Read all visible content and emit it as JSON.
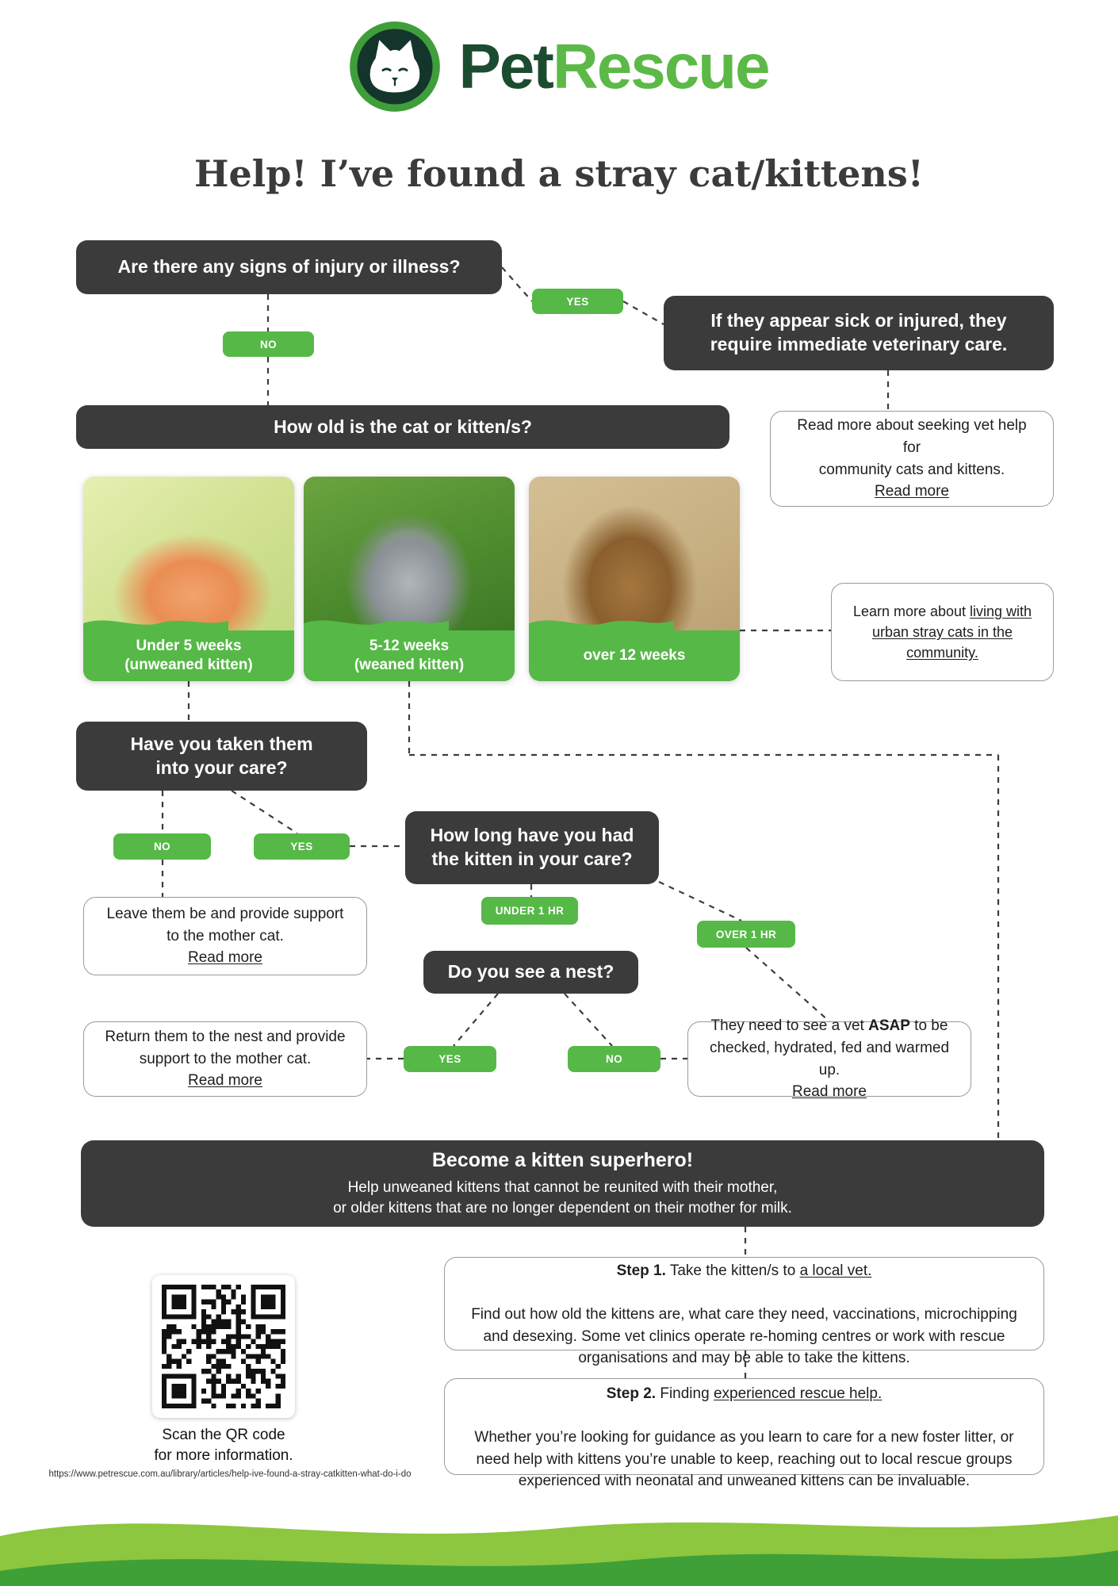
{
  "logo": {
    "pet": "Pet",
    "rescue": "Rescue"
  },
  "title": "Help! I’ve found a stray cat/kittens!",
  "pills": {
    "yes": "YES",
    "no": "NO",
    "under_1hr": "UNDER 1 HR",
    "over_1hr": "OVER 1 HR"
  },
  "questions": {
    "injury": "Are there any signs of injury or illness?",
    "age": "How old is the cat or kitten/s?",
    "care": "Have you taken them\ninto your care?",
    "how_long": "How long have you had\nthe kitten in your care?",
    "nest": "Do you see a nest?"
  },
  "outcomes": {
    "sick": "If they appear sick or injured, they\nrequire immediate veterinary care.",
    "vet_note": {
      "text": "Read more about seeking vet help for\ncommunity cats and kittens.",
      "link": "Read more"
    },
    "urban_note": {
      "pre": "Learn more about ",
      "link": "living with urban stray cats in the community."
    },
    "leave": {
      "text": "Leave them be and provide support\nto the mother cat.",
      "link": "Read more"
    },
    "return": {
      "text": "Return them to the nest and provide\nsupport to the mother cat.",
      "link": "Read more"
    },
    "vet_asap": {
      "pre": "They need to see a vet ",
      "bold": "ASAP",
      "post": " to be\nchecked, hydrated, fed and warmed up.",
      "link": "Read more"
    }
  },
  "age_options": [
    {
      "label": "Under 5 weeks\n(unweaned kitten)",
      "photo": "newborn-orange-kitten"
    },
    {
      "label": "5-12 weeks\n(weaned kitten)",
      "photo": "grey-kitten-in-grass"
    },
    {
      "label": "over 12 weeks",
      "photo": "tabby-kitten"
    }
  ],
  "superhero": {
    "title": "Become a kitten superhero!",
    "body": "Help unweaned kittens that cannot be reunited with their mother,\nor older kittens that are no longer dependent on their mother for milk."
  },
  "steps": [
    {
      "bold": "Step 1.",
      "pre": "  Take the kitten/s to ",
      "link": "a local vet.",
      "body": "Find out how old the kittens are, what care they need, vaccinations, microchipping and desexing.  Some vet clinics operate re-homing centres or work with rescue organisations and may be able to take the kittens."
    },
    {
      "bold": "Step 2.",
      "pre": " Finding ",
      "link": "experienced rescue help.",
      "body": "Whether you’re looking for guidance as you learn to care for a new foster litter, or need help with kittens you’re unable to keep, reaching out to local rescue groups experienced with neonatal and unweaned kittens can be invaluable."
    }
  ],
  "qr": {
    "caption": "Scan the QR code\nfor more information.",
    "url": "https://www.petrescue.com.au/library/articles/help-ive-found-a-stray-catkitten-what-do-i-do"
  },
  "colors": {
    "green": "#56b847",
    "dark": "#3b3b3b",
    "logo_dark_green": "#1c4c30"
  }
}
